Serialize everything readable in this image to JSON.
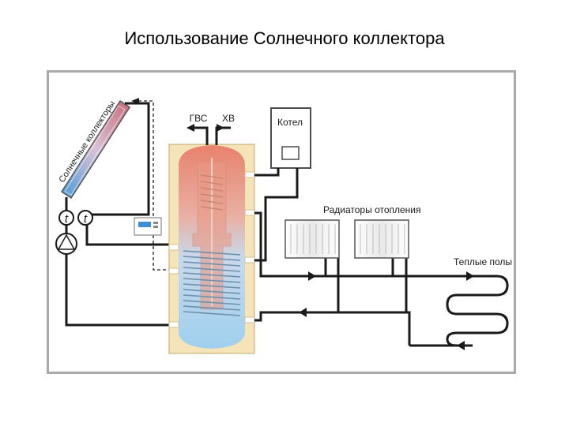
{
  "title": "Использование Солнечного коллектора",
  "labels": {
    "collector": "Солнечные коллекторы",
    "hot_water": "ГВС",
    "cold_water": "ХВ",
    "boiler": "Котел",
    "radiators": "Радиаторы отопления",
    "floor": "Теплые полы",
    "thermo_symbol": "t"
  },
  "colors": {
    "frame": "#a9a9a9",
    "pipe": "#1a1a1a",
    "tank_shell": "#f6e4b9",
    "tank_hot": "#e8826e",
    "tank_cold": "#9fd0ee",
    "collector_hot": "#c86a7a",
    "collector_cold": "#4a9ad8"
  }
}
